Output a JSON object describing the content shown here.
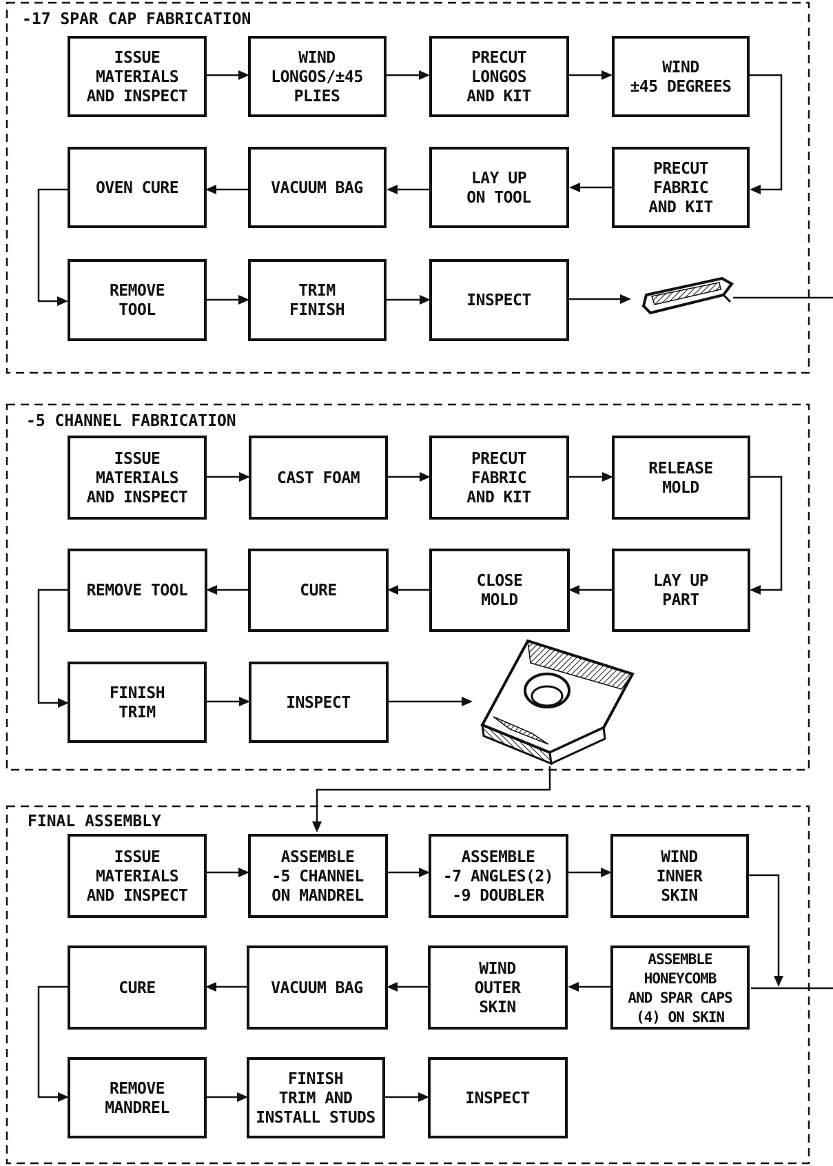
{
  "sections": [
    {
      "title": "-17 SPAR CAP FABRICATION",
      "steps": [
        {
          "lines": [
            "ISSUE",
            "MATERIALS",
            "AND INSPECT"
          ]
        },
        {
          "lines": [
            "WIND",
            "LONGOS/±45",
            "PLIES"
          ]
        },
        {
          "lines": [
            "PRECUT",
            "LONGOS",
            "AND KIT"
          ]
        },
        {
          "lines": [
            "WIND",
            "±45 DEGREES"
          ]
        },
        {
          "lines": [
            "PRECUT",
            "FABRIC",
            "AND KIT"
          ]
        },
        {
          "lines": [
            "LAY UP",
            "ON TOOL"
          ]
        },
        {
          "lines": [
            "VACUUM BAG"
          ]
        },
        {
          "lines": [
            "OVEN CURE"
          ]
        },
        {
          "lines": [
            "REMOVE",
            "TOOL"
          ]
        },
        {
          "lines": [
            "TRIM",
            "FINISH"
          ]
        },
        {
          "lines": [
            "INSPECT"
          ]
        }
      ],
      "product_icon": "spar-cap-part-icon"
    },
    {
      "title": "-5 CHANNEL FABRICATION",
      "steps": [
        {
          "lines": [
            "ISSUE",
            "MATERIALS",
            "AND INSPECT"
          ]
        },
        {
          "lines": [
            "CAST FOAM"
          ]
        },
        {
          "lines": [
            "PRECUT",
            "FABRIC",
            "AND KIT"
          ]
        },
        {
          "lines": [
            "RELEASE",
            "MOLD"
          ]
        },
        {
          "lines": [
            "LAY UP",
            "PART"
          ]
        },
        {
          "lines": [
            "CLOSE",
            "MOLD"
          ]
        },
        {
          "lines": [
            "CURE"
          ]
        },
        {
          "lines": [
            "REMOVE TOOL"
          ]
        },
        {
          "lines": [
            "FINISH",
            "TRIM"
          ]
        },
        {
          "lines": [
            "INSPECT"
          ]
        }
      ],
      "product_icon": "channel-part-icon"
    },
    {
      "title": "FINAL ASSEMBLY",
      "steps": [
        {
          "lines": [
            "ISSUE",
            "MATERIALS",
            "AND INSPECT"
          ]
        },
        {
          "lines": [
            "ASSEMBLE",
            "-5 CHANNEL",
            "ON MANDREL"
          ]
        },
        {
          "lines": [
            "ASSEMBLE",
            "-7 ANGLES(2)",
            "-9 DOUBLER"
          ]
        },
        {
          "lines": [
            "WIND",
            "INNER",
            "SKIN"
          ]
        },
        {
          "lines": [
            "ASSEMBLE",
            "HONEYCOMB",
            "AND SPAR CAPS",
            "(4) ON SKIN"
          ]
        },
        {
          "lines": [
            "WIND",
            "OUTER",
            "SKIN"
          ]
        },
        {
          "lines": [
            "VACUUM BAG"
          ]
        },
        {
          "lines": [
            "CURE"
          ]
        },
        {
          "lines": [
            "REMOVE",
            "MANDREL"
          ]
        },
        {
          "lines": [
            "FINISH",
            "TRIM AND",
            "INSTALL STUDS"
          ]
        },
        {
          "lines": [
            "INSPECT"
          ]
        }
      ]
    }
  ]
}
